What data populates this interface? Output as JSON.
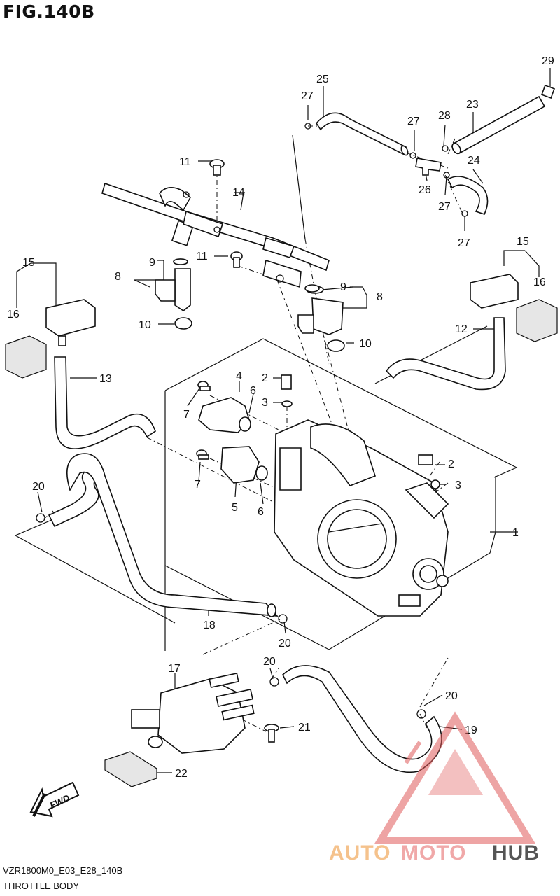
{
  "figure_title": "FIG.140B",
  "diagram_code": "VZR1800M0_E03_E28_140B",
  "section_name": "THROTTLE BODY",
  "fwd_label": "FWD",
  "watermark": {
    "auto": "AUTO",
    "moto": "MOTO",
    "hub": "HUB"
  },
  "callouts": [
    "1",
    "2",
    "3",
    "4",
    "5",
    "6",
    "7",
    "8",
    "9",
    "10",
    "11",
    "12",
    "13",
    "14",
    "15",
    "16",
    "17",
    "18",
    "19",
    "20",
    "21",
    "22",
    "23",
    "24",
    "25",
    "26",
    "27",
    "28",
    "29"
  ]
}
